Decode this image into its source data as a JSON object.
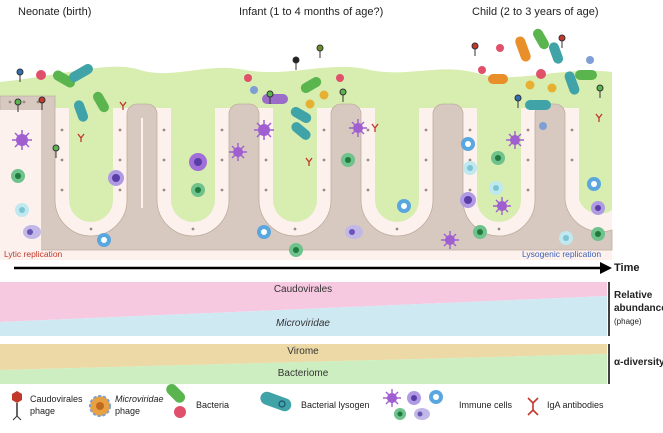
{
  "stages": {
    "neonate": "Neonate (birth)",
    "infant": "Infant (1 to 4 months of age?)",
    "child": "Child (2 to 3 years of age)"
  },
  "replication": {
    "lytic": "Lytic replication",
    "lysogenic": "Lysogenic replication"
  },
  "time_label": "Time",
  "relative_abundance": {
    "caudovirales": "Caudovirales",
    "microviridae": "Microviridae",
    "label_line1": "Relative",
    "label_line2": "abundance",
    "label_line3": "(phage)"
  },
  "diversity": {
    "virome": "Virome",
    "bacteriome": "Bacteriome",
    "label": "α-diversity"
  },
  "legend": {
    "caudovirales_line1": "Caudovirales",
    "caudovirales_line2": "phage",
    "microviridae_line1": "Microviridae",
    "microviridae_line2": "phage",
    "bacteria": "Bacteria",
    "bacterial_lysogen": "Bacterial lysogen",
    "immune_cells": "Immune cells",
    "iga": "IgA antibodies"
  },
  "colors": {
    "lumen": "#d8edb0",
    "epithelium": "#d7c9c0",
    "lamina": "#fdf1ee",
    "caudovirales_band": "#f6c9e1",
    "microviridae_band": "#cfe9f3",
    "virome_band": "#ecd9a6",
    "bacteriome_band": "#cdeec0",
    "lytic_text": "#c0392b",
    "lysogenic_text": "#3b5fb5"
  }
}
